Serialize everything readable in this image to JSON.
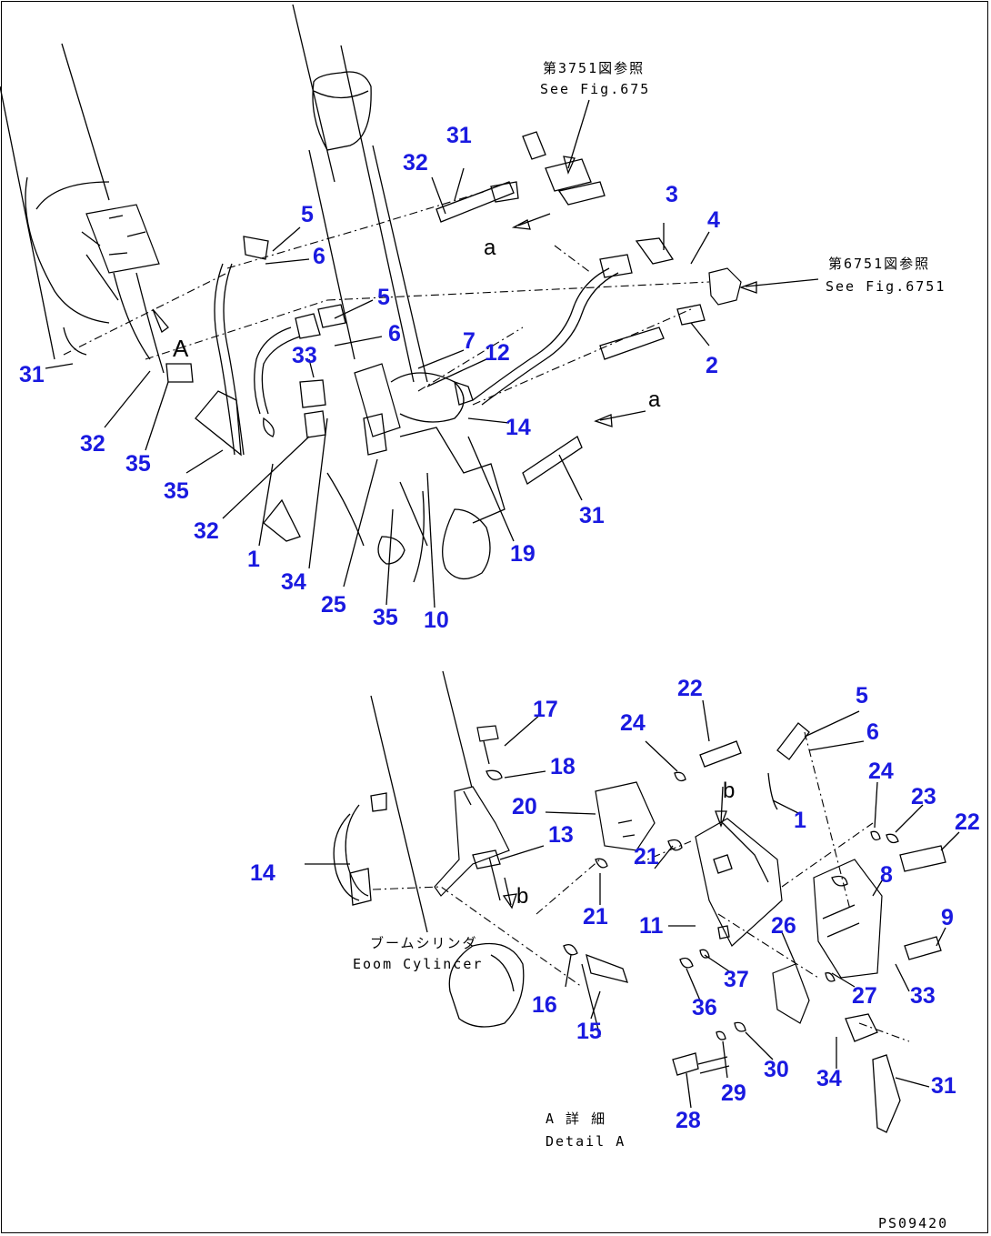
{
  "references": {
    "upper_jp": "第3751図参照",
    "upper_en": "See Fig.675",
    "right_jp": "第6751図参照",
    "right_en": "See Fig.6751"
  },
  "section_marks": {
    "A": "A",
    "a": "a",
    "b": "b"
  },
  "annotations": {
    "boom_cylinder_jp": "ブームシリンダ",
    "boom_cylinder_en": "Eoom Cylincer",
    "detail_jp": "A 詳 細",
    "detail_en": "Detail A"
  },
  "drawing_code": "PS09420",
  "callouts_upper": [
    "1",
    "2",
    "3",
    "4",
    "5",
    "5",
    "6",
    "6",
    "7",
    "10",
    "12",
    "14",
    "19",
    "25",
    "31",
    "31",
    "31",
    "32",
    "32",
    "32",
    "33",
    "34",
    "35",
    "35",
    "35"
  ],
  "callouts_lower": [
    "1",
    "5",
    "6",
    "8",
    "9",
    "11",
    "13",
    "14",
    "15",
    "16",
    "17",
    "18",
    "20",
    "21",
    "21",
    "22",
    "22",
    "23",
    "24",
    "24",
    "26",
    "27",
    "28",
    "29",
    "30",
    "31",
    "33",
    "34",
    "36",
    "37"
  ],
  "colors": {
    "callout": "#1a1ae0",
    "line": "#000000"
  }
}
